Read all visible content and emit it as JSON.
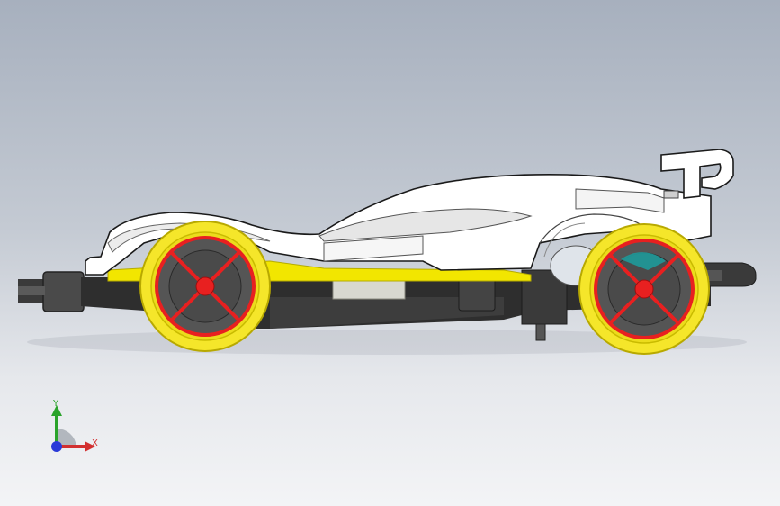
{
  "viewport": {
    "background_top": "#a7b0be",
    "background_bottom": "#f3f4f6"
  },
  "model": {
    "name_icon": "race-car-model",
    "body_color": "#ffffff",
    "chassis_color": "#333333",
    "accent_color": "#f2e600",
    "wheel_rim_color": "#f5e62a",
    "wheel_spoke_color": "#e82020",
    "gear_color": "#1e9a9a"
  },
  "triad": {
    "y_label": "Y",
    "x_label": "X",
    "y_color": "#2aa32a",
    "x_color": "#d23030",
    "z_color": "#2a3ad8"
  }
}
